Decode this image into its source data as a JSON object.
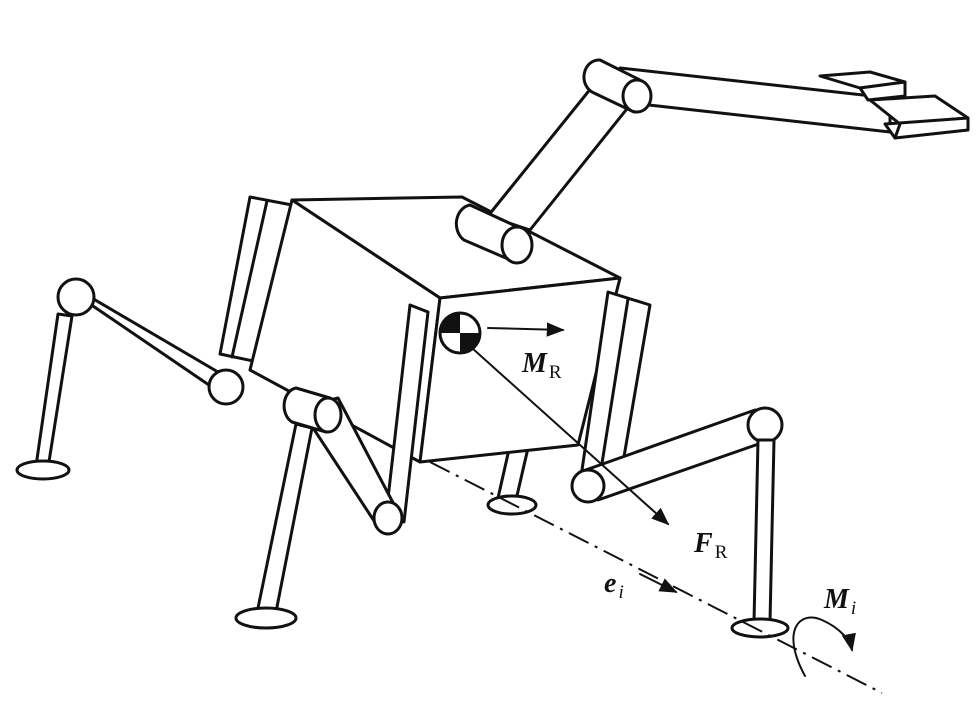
{
  "labels": {
    "moment_resultant": {
      "symbol": "M",
      "subscript": "R"
    },
    "force_resultant": {
      "symbol": "F",
      "subscript": "R"
    },
    "axis_unit_vector": {
      "symbol": "e",
      "subscript": "i"
    },
    "moment_axis": {
      "symbol": "M",
      "subscript": "i"
    }
  },
  "colors": {
    "stroke": "#111111",
    "background": "#ffffff"
  }
}
